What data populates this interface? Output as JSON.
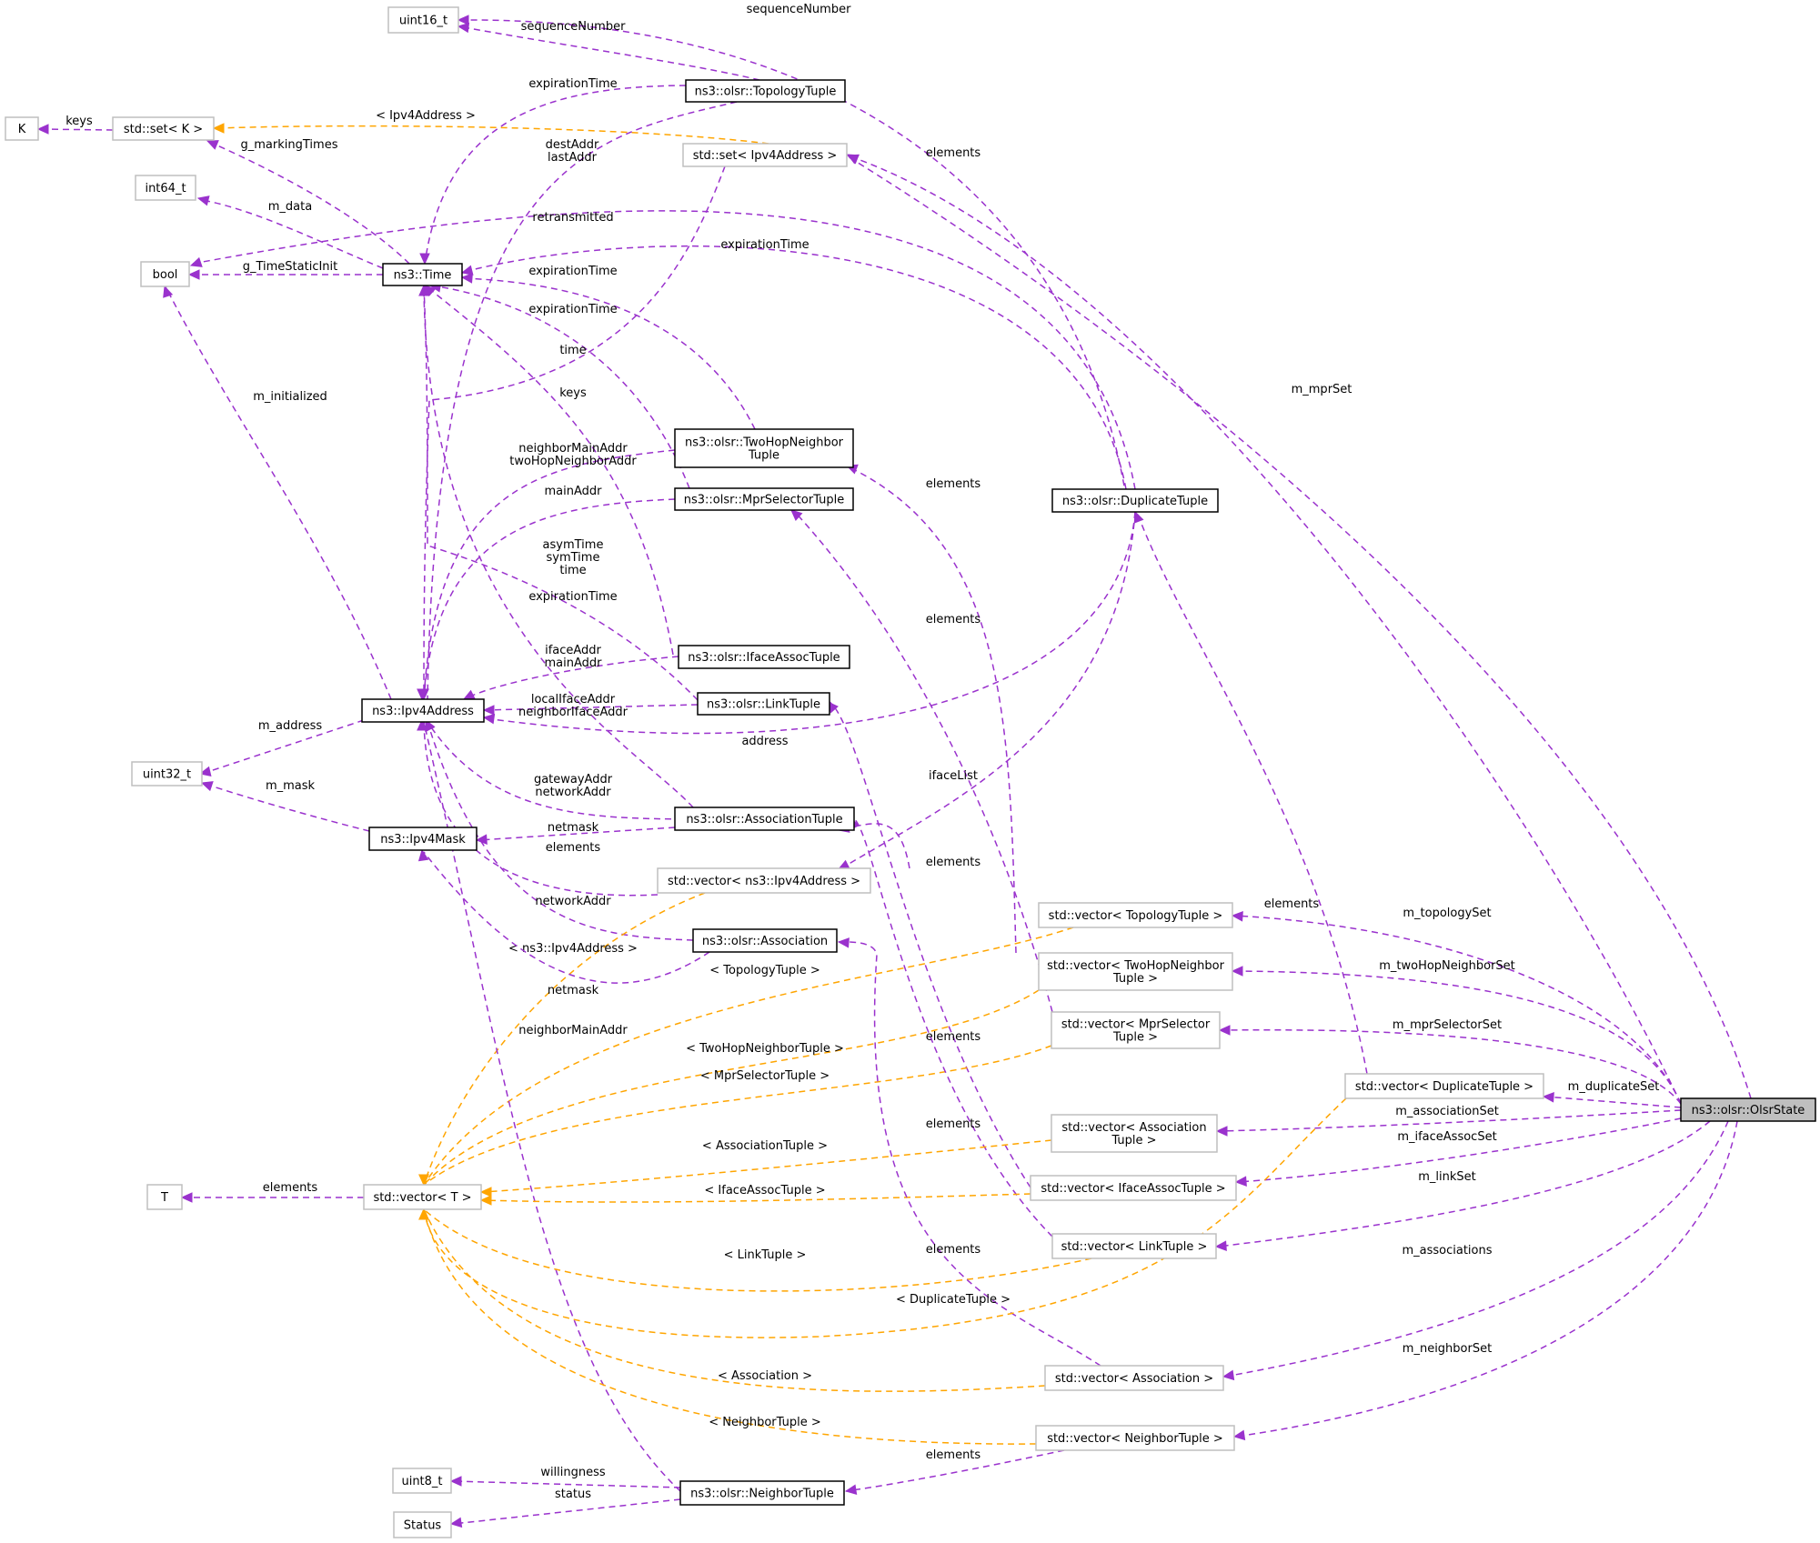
{
  "nodes": {
    "uint16": "uint16_t",
    "topo": "ns3::olsr::TopologyTuple",
    "K": "K",
    "setK": "std::set< K >",
    "setIpv4": "std::set< Ipv4Address >",
    "int64": "int64_t",
    "bool": "bool",
    "time": "ns3::Time",
    "twohop": [
      "ns3::olsr::TwoHopNeighbor",
      "Tuple"
    ],
    "mprsel": "ns3::olsr::MprSelectorTuple",
    "dup": "ns3::olsr::DuplicateTuple",
    "iface": "ns3::olsr::IfaceAssocTuple",
    "ipv4": "ns3::Ipv4Address",
    "link": "ns3::olsr::LinkTuple",
    "uint32": "uint32_t",
    "assoctuple": "ns3::olsr::AssociationTuple",
    "mask": "ns3::Ipv4Mask",
    "vecIpv4": "std::vector< ns3::Ipv4Address >",
    "vecTopo": "std::vector< TopologyTuple >",
    "assoc": "ns3::olsr::Association",
    "vecTwohop": [
      "std::vector< TwoHopNeighbor",
      "Tuple >"
    ],
    "vecMpr": [
      "std::vector< MprSelector",
      "Tuple >"
    ],
    "vecDup": "std::vector< DuplicateTuple >",
    "olsr": "ns3::olsr::OlsrState",
    "vecAssocTuple": [
      "std::vector< Association",
      "Tuple >"
    ],
    "T": "T",
    "vecT": "std::vector< T >",
    "vecIface": "std::vector< IfaceAssocTuple >",
    "vecLink": "std::vector< LinkTuple >",
    "vecAssoc": "std::vector< Association >",
    "vecNeighbor": "std::vector< NeighborTuple >",
    "uint8": "uint8_t",
    "neighbor": "ns3::olsr::NeighborTuple",
    "status": "Status"
  },
  "edge_labels": {
    "seq_far": "sequenceNumber",
    "seq": "sequenceNumber",
    "exp_topo": "expirationTime",
    "keys_K": "keys",
    "set_tmpl": "< Ipv4Address >",
    "elements_set": "elements",
    "g_marking": "g_markingTimes",
    "dest_last": [
      "destAddr",
      "lastAddr"
    ],
    "m_data": "m_data",
    "retransmitted": "retransmitted",
    "exp_dup": "expirationTime",
    "g_static": "g_TimeStaticInit",
    "exp_twohop": "expirationTime",
    "exp_mpr": "expirationTime",
    "time": "time",
    "m_mprSet": "m_mprSet",
    "m_initialized": "m_initialized",
    "keys_set": "keys",
    "nbr_twohop": [
      "neighborMainAddr",
      "twoHopNeighborAddr"
    ],
    "elements_twohop": "elements",
    "mainAddr": "mainAddr",
    "asym": [
      "asymTime",
      "symTime",
      "time"
    ],
    "elements_mpr": "elements",
    "exp_assoc": "expirationTime",
    "iface_main": [
      "ifaceAddr",
      "mainAddr"
    ],
    "local_nbr": [
      "localIfaceAddr",
      "neighborIfaceAddr"
    ],
    "m_address": "m_address",
    "address": "address",
    "ifaceList": "ifaceList",
    "gw_net": [
      "gatewayAddr",
      "networkAddr"
    ],
    "m_mask": "m_mask",
    "netmask_at": "netmask",
    "elements_vecIpv4": "elements",
    "elements_assoctuple": "elements",
    "elements_dup": "elements",
    "m_topologySet": "m_topologySet",
    "networkAddr": "networkAddr",
    "vecIpv4_tmpl": "< ns3::Ipv4Address >",
    "topo_tmpl": "< TopologyTuple >",
    "m_twoHopNeighborSet": "m_twoHopNeighborSet",
    "netmask_assoc": "netmask",
    "nbrMain": "neighborMainAddr",
    "m_mprSelectorSet": "m_mprSelectorSet",
    "elements_iface": "elements",
    "twohop_tmpl": "< TwoHopNeighborTuple >",
    "mpr_tmpl": "< MprSelectorTuple >",
    "m_duplicateSet": "m_duplicateSet",
    "m_associationSet": "m_associationSet",
    "elements_link": "elements",
    "m_ifaceAssocSet": "m_ifaceAssocSet",
    "assoctuple_tmpl": "< AssociationTuple >",
    "elements_T": "elements",
    "iface_tmpl": "< IfaceAssocTuple >",
    "m_linkSet": "m_linkSet",
    "link_tmpl": "< LinkTuple >",
    "elements_assoc": "elements",
    "m_associations": "m_associations",
    "dup_tmpl": "< DuplicateTuple >",
    "m_neighborSet": "m_neighborSet",
    "assoc_tmpl": "< Association >",
    "neighbor_tmpl": "< NeighborTuple >",
    "elements_neighbor": "elements",
    "willingness": "willingness",
    "status": "status"
  },
  "colors": {
    "member_edge": "#9a32cd",
    "template_edge": "#ffa500",
    "strong_border": "#000000",
    "weak_border": "#bfbfbf",
    "focus_fill": "#bfbfbf"
  }
}
